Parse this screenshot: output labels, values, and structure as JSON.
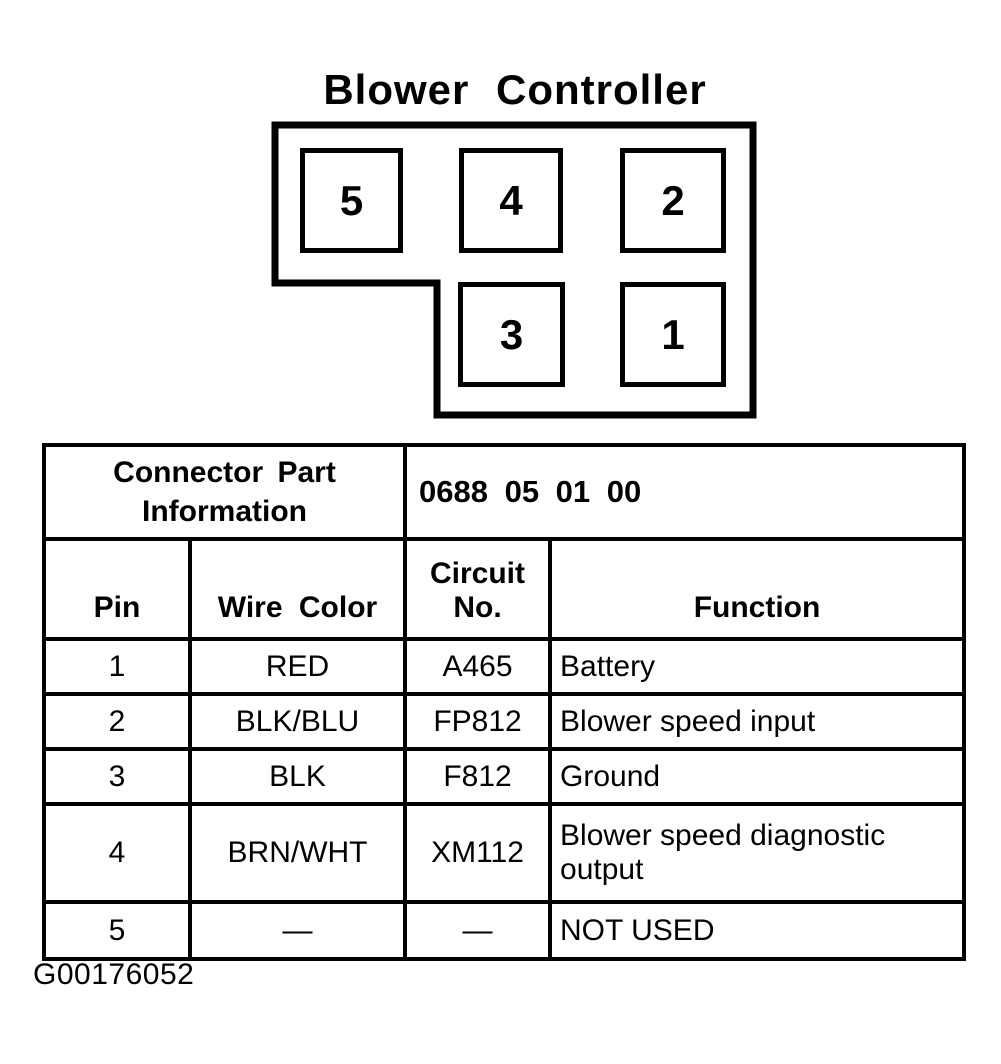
{
  "title": "Blower Controller",
  "connector": {
    "pins": [
      "5",
      "4",
      "2",
      "3",
      "1"
    ]
  },
  "table": {
    "part_info_label": "Connector Part\nInformation",
    "part_number": "0688 05 01 00",
    "headers": {
      "pin": "Pin",
      "wire_color": "Wire Color",
      "circuit_no": "Circuit\nNo.",
      "function": "Function"
    },
    "rows": [
      {
        "pin": "1",
        "wire_color": "RED",
        "circuit_no": "A465",
        "function": "Battery"
      },
      {
        "pin": "2",
        "wire_color": "BLK/BLU",
        "circuit_no": "FP812",
        "function": "Blower speed input"
      },
      {
        "pin": "3",
        "wire_color": "BLK",
        "circuit_no": "F812",
        "function": "Ground"
      },
      {
        "pin": "4",
        "wire_color": "BRN/WHT",
        "circuit_no": "XM112",
        "function": "Blower speed diagnostic\noutput"
      },
      {
        "pin": "5",
        "wire_color": "—",
        "circuit_no": "—",
        "function": "NOT USED"
      }
    ]
  },
  "caption": "G00176052"
}
